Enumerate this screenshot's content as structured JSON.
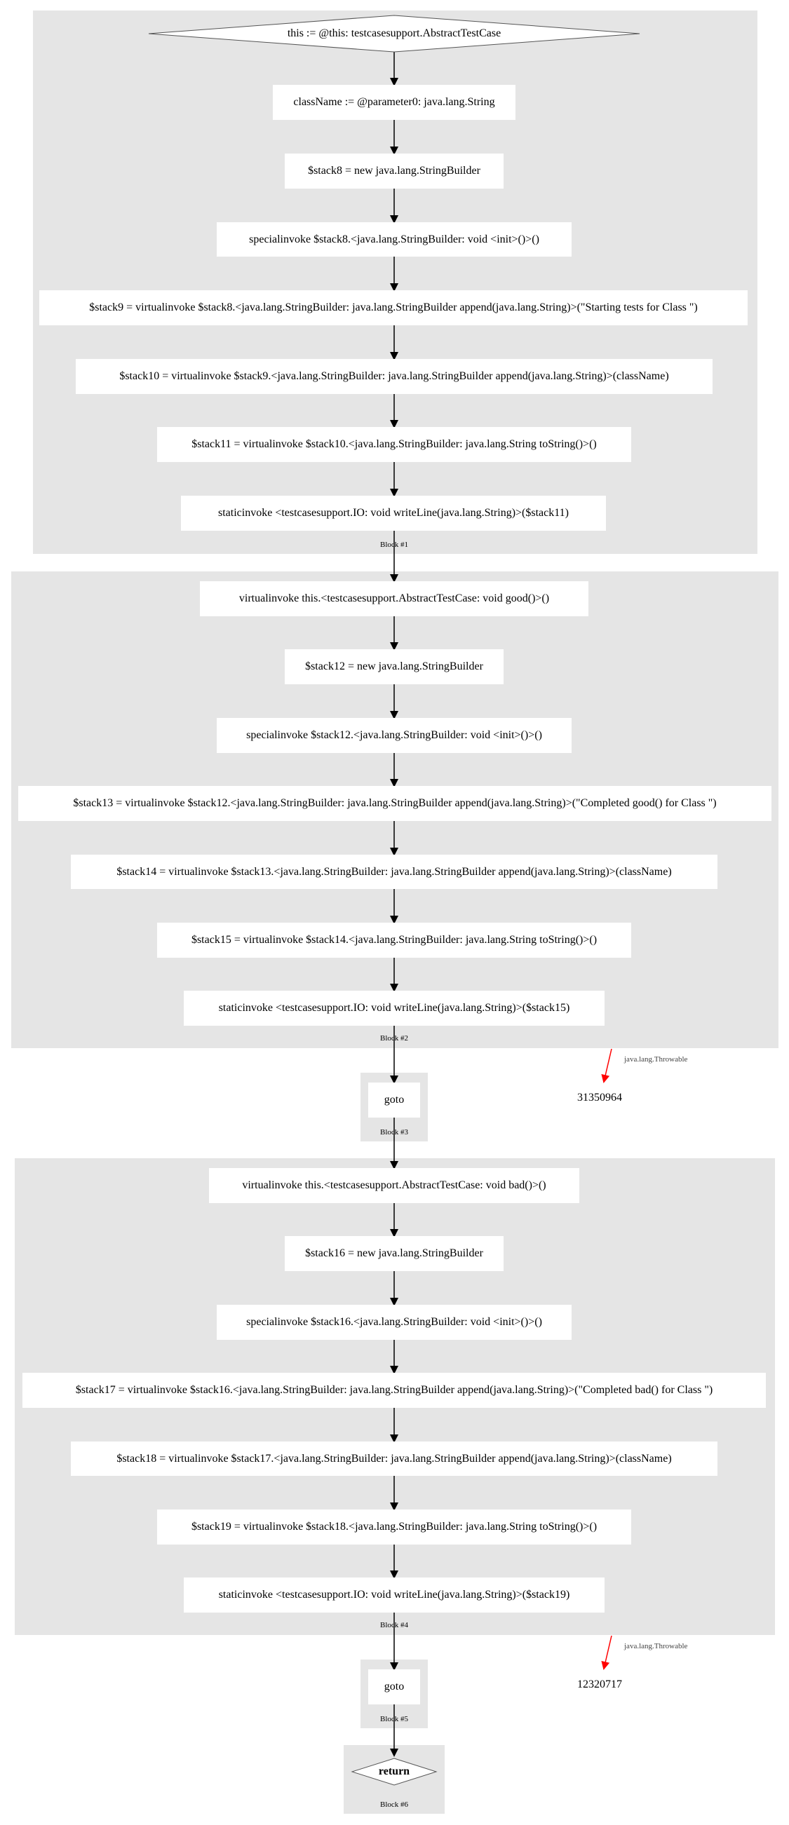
{
  "blocks": [
    {
      "label": "Block #1"
    },
    {
      "label": "Block #2"
    },
    {
      "label": "Block #3"
    },
    {
      "label": "Block #4"
    },
    {
      "label": "Block #5"
    },
    {
      "label": "Block #6"
    }
  ],
  "nodes": {
    "b1_n0": "this := @this: testcasesupport.AbstractTestCase",
    "b1_n1": "className := @parameter0: java.lang.String",
    "b1_n2": "$stack8 = new java.lang.StringBuilder",
    "b1_n3": "specialinvoke $stack8.<java.lang.StringBuilder: void <init>()>()",
    "b1_n4": "$stack9 = virtualinvoke $stack8.<java.lang.StringBuilder: java.lang.StringBuilder append(java.lang.String)>(\"Starting tests for Class \")",
    "b1_n5": "$stack10 = virtualinvoke $stack9.<java.lang.StringBuilder: java.lang.StringBuilder append(java.lang.String)>(className)",
    "b1_n6": "$stack11 = virtualinvoke $stack10.<java.lang.StringBuilder: java.lang.String toString()>()",
    "b1_n7": "staticinvoke <testcasesupport.IO: void writeLine(java.lang.String)>($stack11)",
    "b2_n0": "virtualinvoke this.<testcasesupport.AbstractTestCase: void good()>()",
    "b2_n1": "$stack12 = new java.lang.StringBuilder",
    "b2_n2": "specialinvoke $stack12.<java.lang.StringBuilder: void <init>()>()",
    "b2_n3": "$stack13 = virtualinvoke $stack12.<java.lang.StringBuilder: java.lang.StringBuilder append(java.lang.String)>(\"Completed good() for Class \")",
    "b2_n4": "$stack14 = virtualinvoke $stack13.<java.lang.StringBuilder: java.lang.StringBuilder append(java.lang.String)>(className)",
    "b2_n5": "$stack15 = virtualinvoke $stack14.<java.lang.StringBuilder: java.lang.String toString()>()",
    "b2_n6": "staticinvoke <testcasesupport.IO: void writeLine(java.lang.String)>($stack15)",
    "b3_n0": "goto",
    "b4_n0": "virtualinvoke this.<testcasesupport.AbstractTestCase: void bad()>()",
    "b4_n1": "$stack16 = new java.lang.StringBuilder",
    "b4_n2": "specialinvoke $stack16.<java.lang.StringBuilder: void <init>()>()",
    "b4_n3": "$stack17 = virtualinvoke $stack16.<java.lang.StringBuilder: java.lang.StringBuilder append(java.lang.String)>(\"Completed bad() for Class \")",
    "b4_n4": "$stack18 = virtualinvoke $stack17.<java.lang.StringBuilder: java.lang.StringBuilder append(java.lang.String)>(className)",
    "b4_n5": "$stack19 = virtualinvoke $stack18.<java.lang.StringBuilder: java.lang.String toString()>()",
    "b4_n6": "staticinvoke <testcasesupport.IO: void writeLine(java.lang.String)>($stack19)",
    "b5_n0": "goto",
    "b6_n0": "return"
  },
  "exceptions": [
    {
      "edge_label": "java.lang.Throwable",
      "target": "31350964"
    },
    {
      "edge_label": "java.lang.Throwable",
      "target": "12320717"
    }
  ],
  "colors": {
    "cluster": "#e5e5e5",
    "node": "#ffffff",
    "edge": "#000000",
    "exception_edge": "#ff0000"
  }
}
